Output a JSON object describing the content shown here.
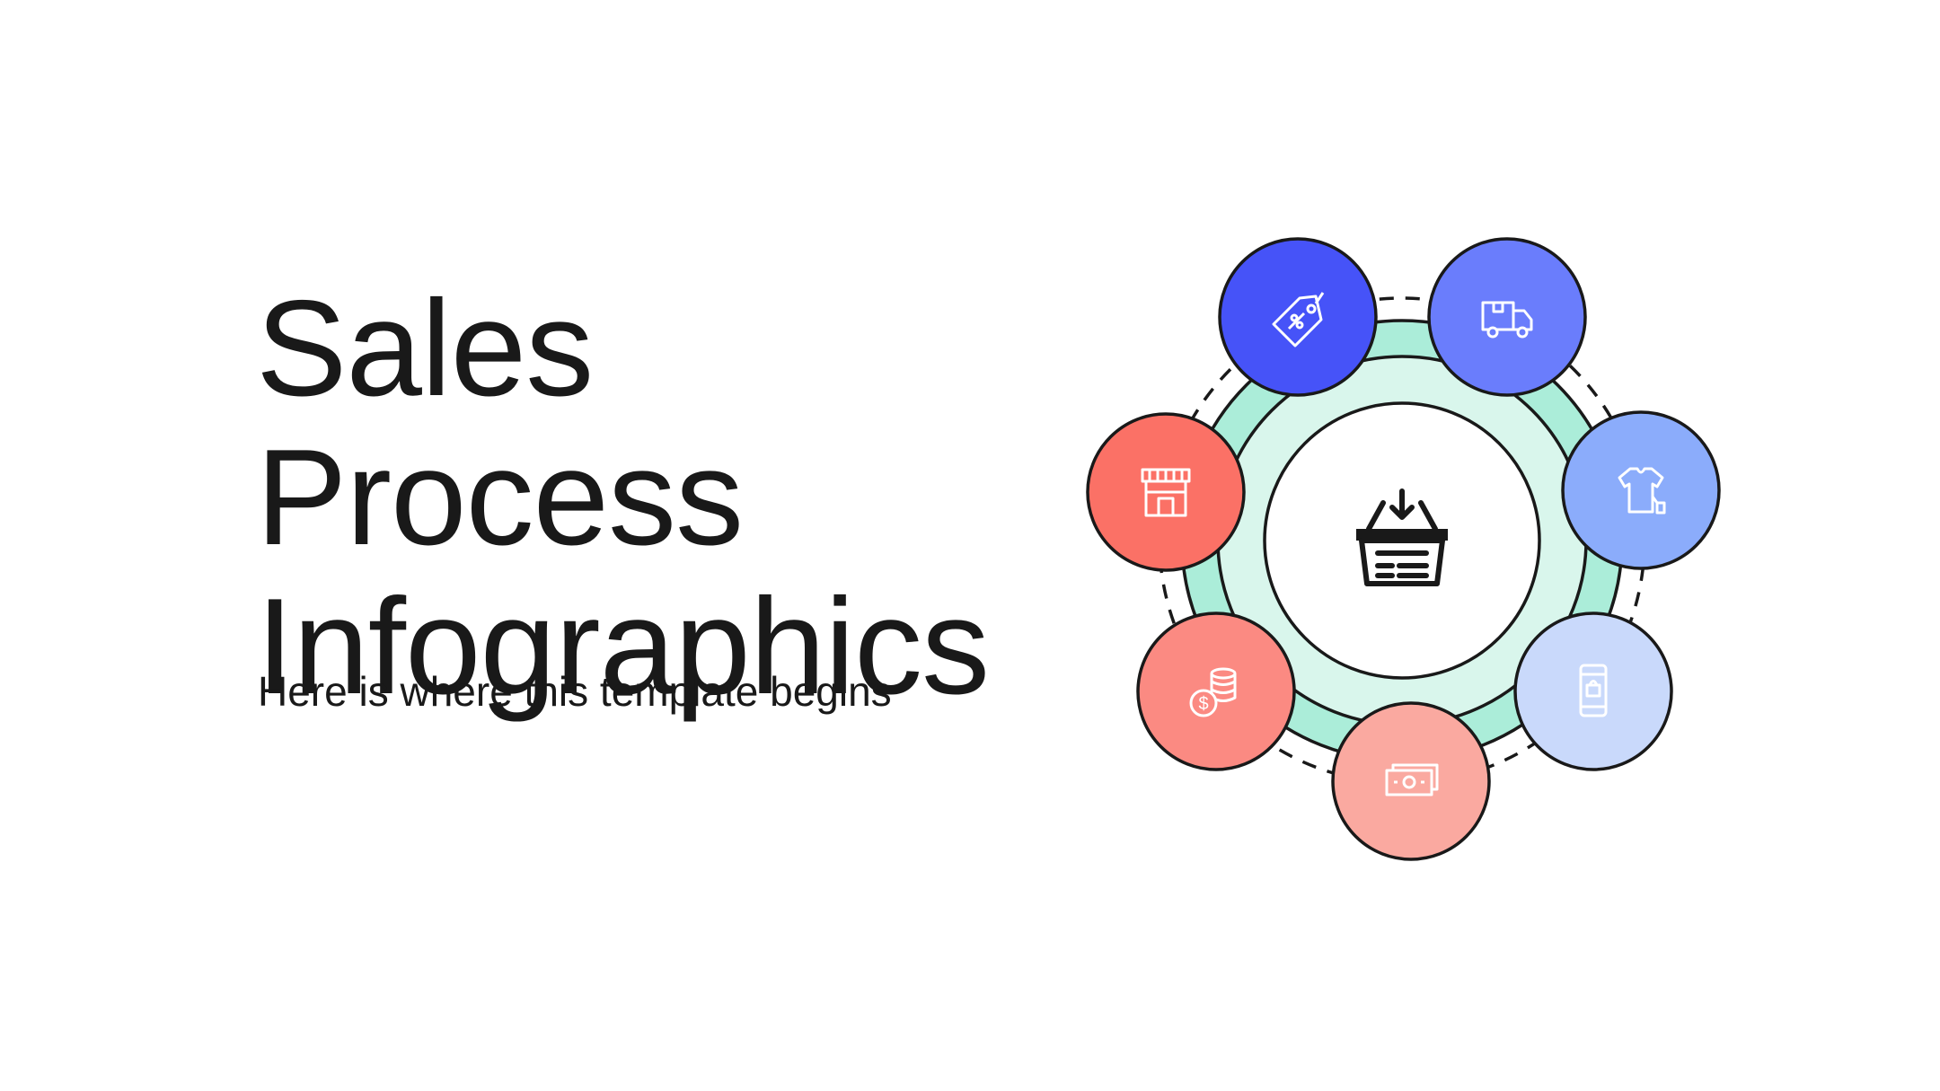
{
  "slide": {
    "title_lines": [
      "Sales",
      "Process",
      "Infographics"
    ],
    "subtitle": "Here is where this template begins"
  },
  "diagram": {
    "center_icon": "shopping-basket-icon",
    "ring_color": "#abedd9",
    "ring_inner_color": "#d9f6ec",
    "nodes": [
      {
        "icon": "price-tag-icon",
        "color": "#4653f8"
      },
      {
        "icon": "delivery-truck-icon",
        "color": "#6a7dfc"
      },
      {
        "icon": "t-shirt-icon",
        "color": "#8bacfb"
      },
      {
        "icon": "mobile-shopping-icon",
        "color": "#c9d9fb"
      },
      {
        "icon": "cash-money-icon",
        "color": "#faa9a0"
      },
      {
        "icon": "coins-dollar-icon",
        "color": "#fb8a82"
      },
      {
        "icon": "storefront-icon",
        "color": "#fb7166"
      }
    ]
  }
}
